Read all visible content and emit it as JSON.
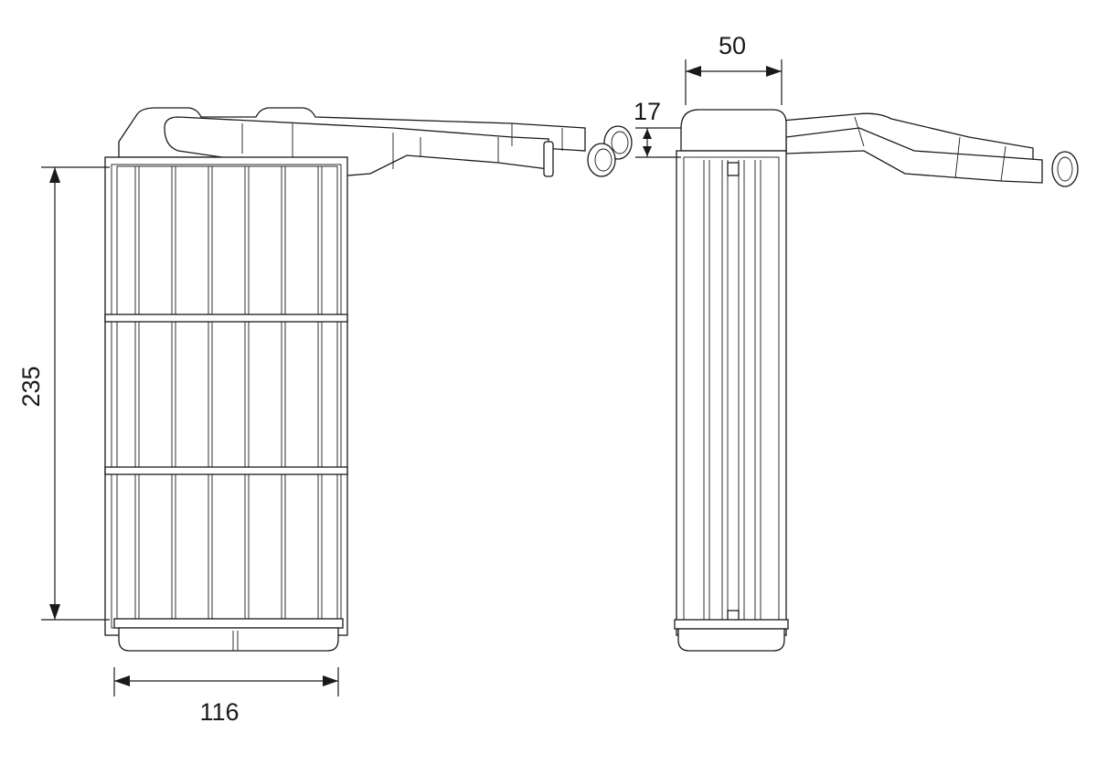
{
  "dimensions": {
    "height_label": "235",
    "width_label": "116",
    "depth_label": "50",
    "pipe_offset_label": "17"
  }
}
